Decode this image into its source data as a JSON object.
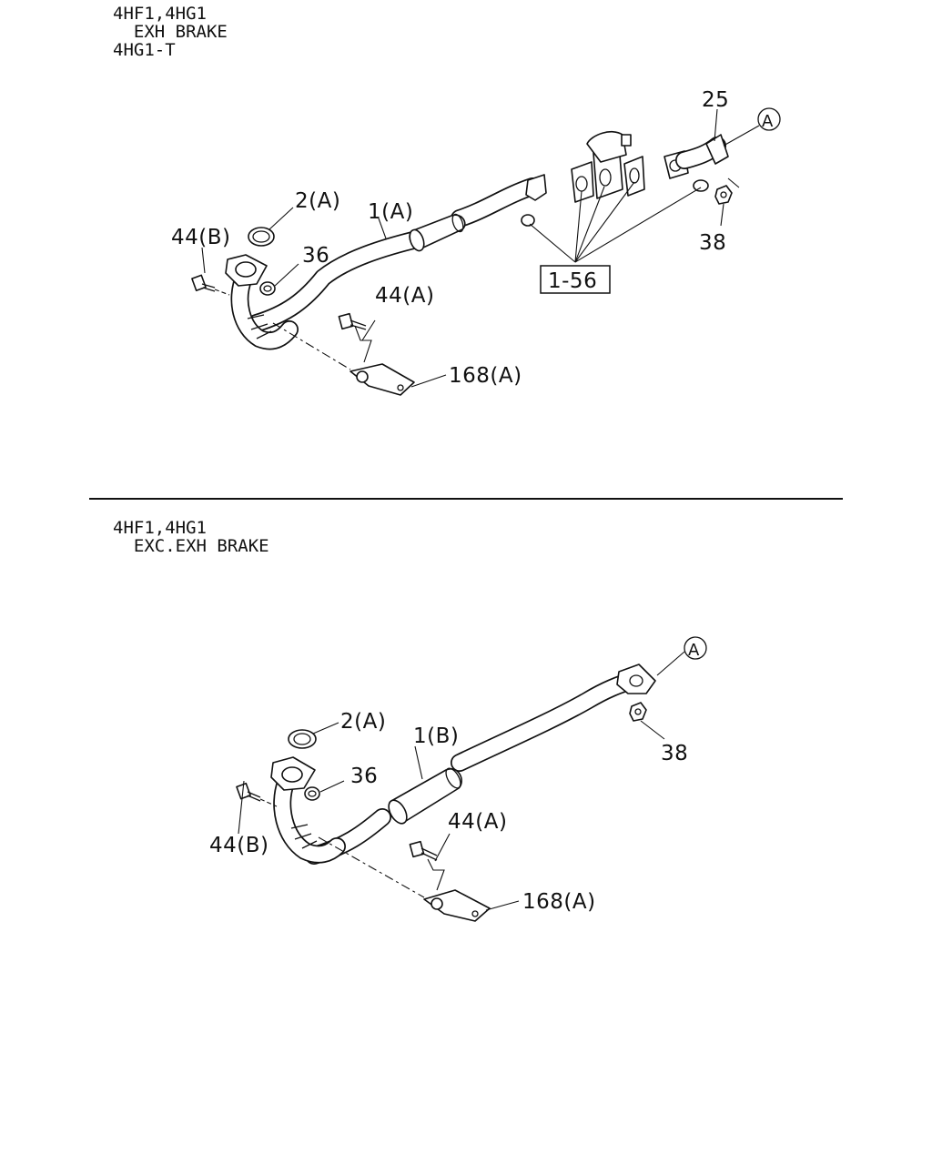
{
  "top_section": {
    "title_lines": [
      "4HF1,4HG1",
      "  EXH BRAKE",
      "4HG1-T"
    ],
    "callouts": {
      "part_25": "25",
      "ref_a": "A",
      "part_2a": "2(A)",
      "part_1a": "1(A)",
      "part_44b": "44(B)",
      "part_36": "36",
      "part_38": "38",
      "part_1_56": "1-56",
      "part_44a": "44(A)",
      "part_168a": "168(A)"
    }
  },
  "bottom_section": {
    "title_lines": [
      "4HF1,4HG1",
      "  EXC.EXH BRAKE"
    ],
    "callouts": {
      "ref_a": "A",
      "part_2a": "2(A)",
      "part_1b": "1(B)",
      "part_38": "38",
      "part_36": "36",
      "part_44b": "44(B)",
      "part_44a": "44(A)",
      "part_168a": "168(A)"
    }
  }
}
